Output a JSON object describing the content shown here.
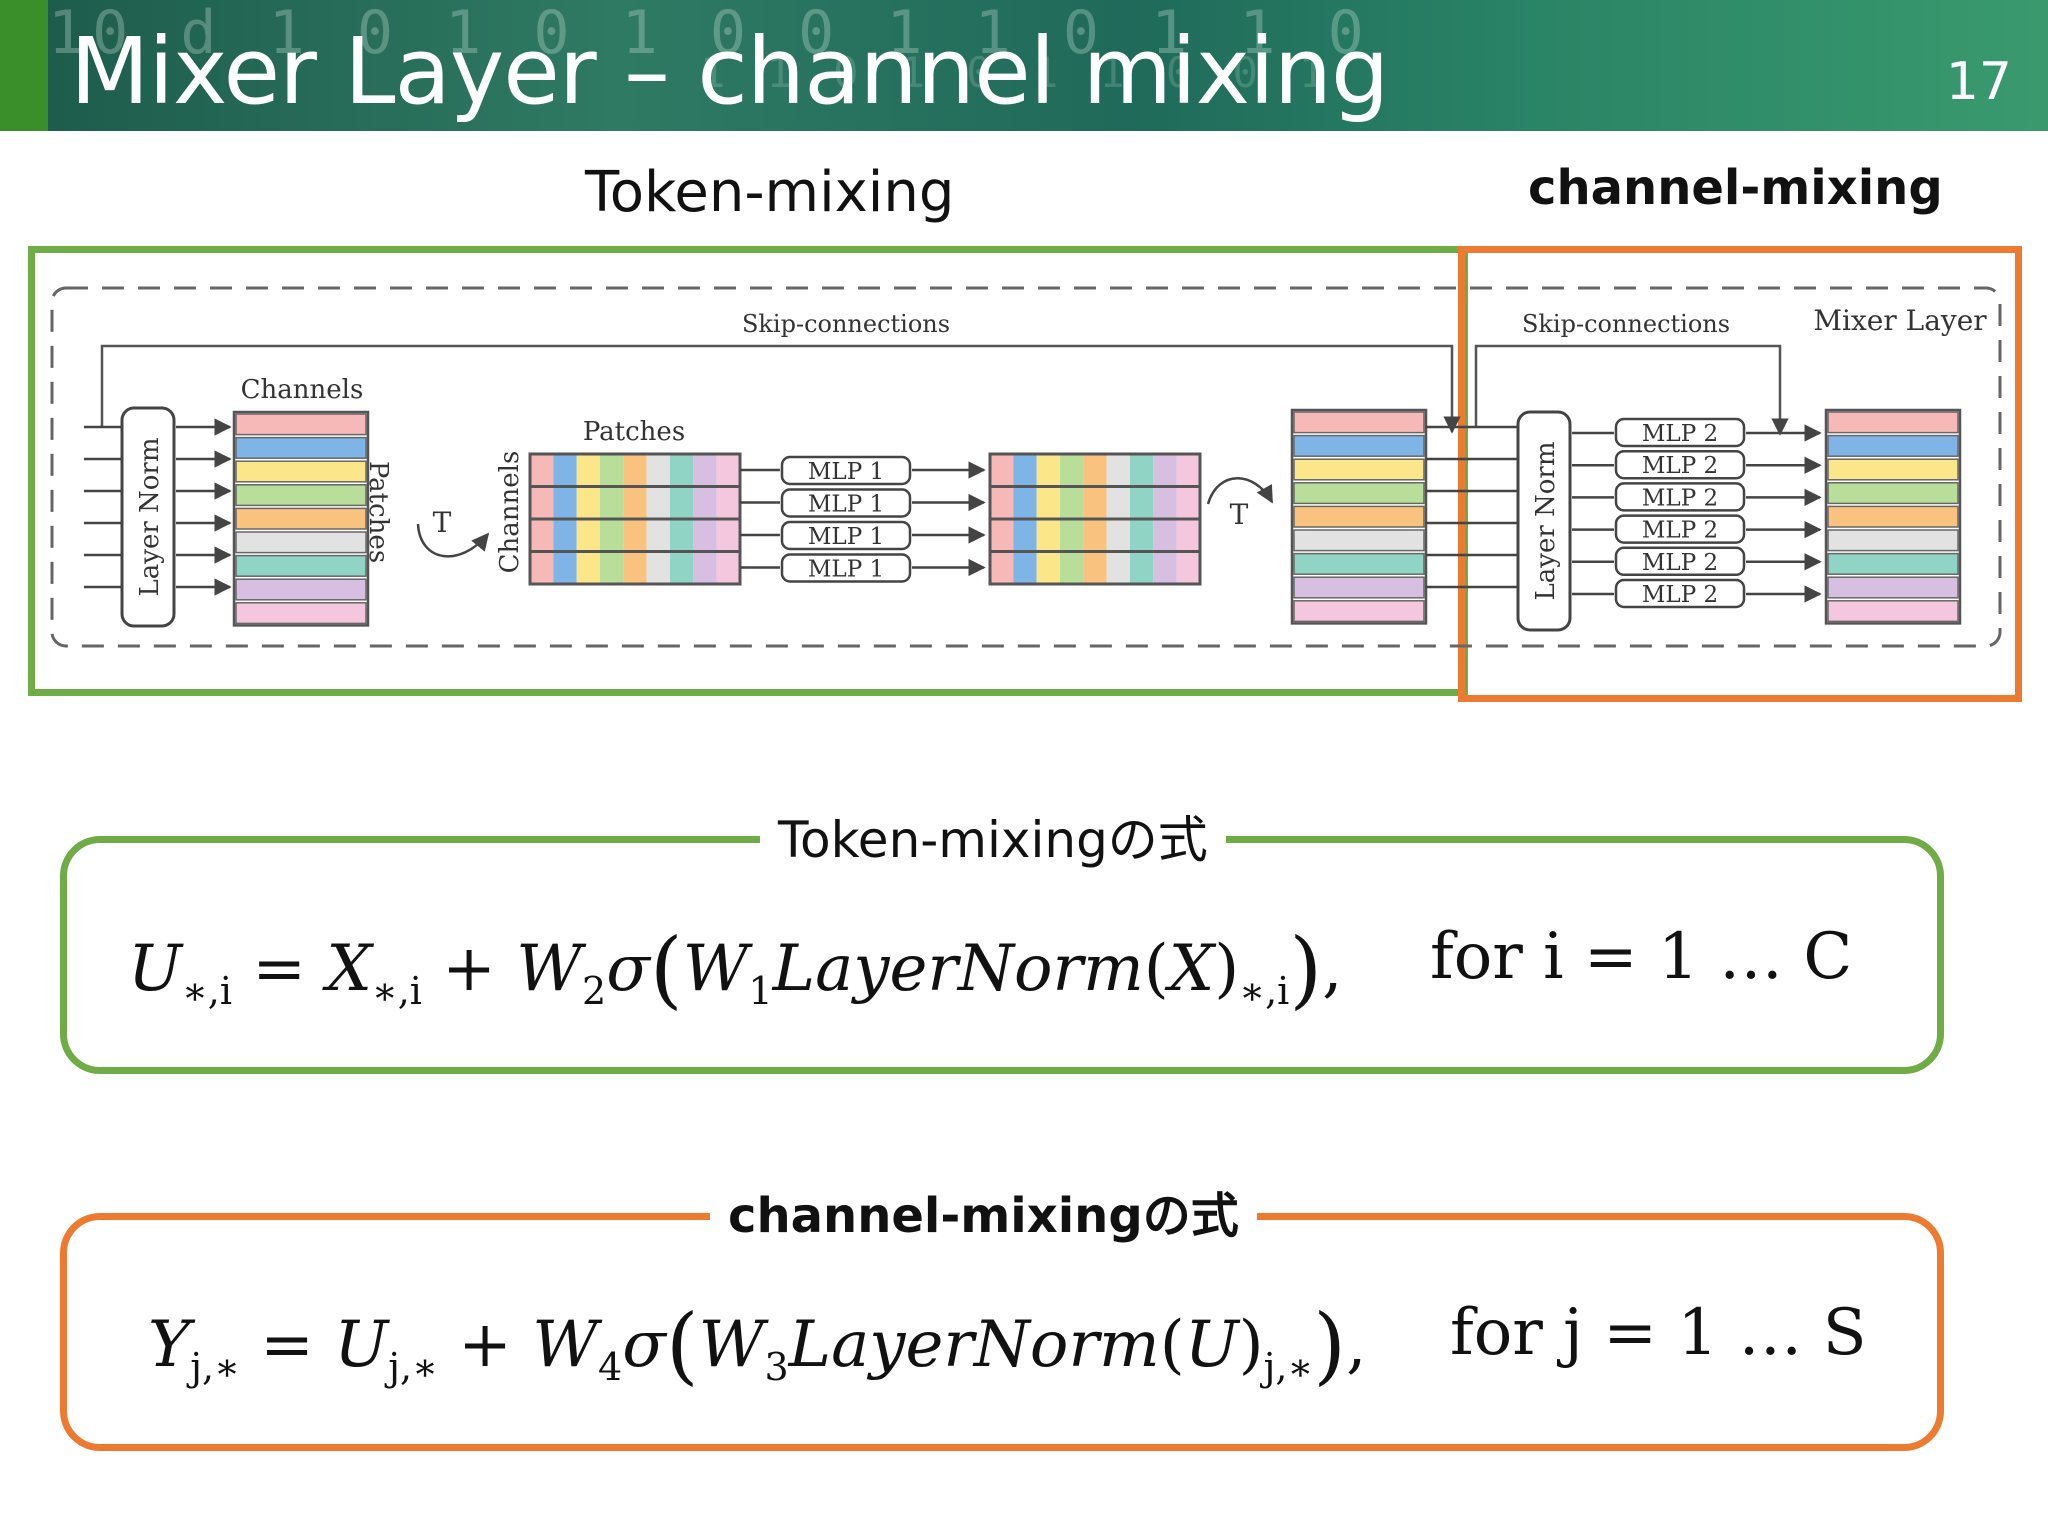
{
  "header": {
    "title": "Mixer Layer – channel mixing",
    "slide_number": "17"
  },
  "labels": {
    "token_mixing": "Token-mixing",
    "channel_mixing": "channel-mixing"
  },
  "diagram": {
    "skip_connections": "Skip-connections",
    "mixer_layer": "Mixer Layer",
    "channels": "Channels",
    "patches": "Patches",
    "layer_norm": "Layer Norm",
    "transpose": "T",
    "mlp1": "MLP 1",
    "mlp2": "MLP 2",
    "row_colors": [
      "#f7b8b8",
      "#7fb4e6",
      "#fbe68a",
      "#b8de9a",
      "#f9c27e",
      "#e2e2e2",
      "#8fd4c4",
      "#d7bfe2",
      "#f4c7de"
    ],
    "accent_green": "#6fac46",
    "accent_orange": "#ec7a30"
  },
  "equations": {
    "token_label": "Token-mixingの式",
    "channel_label": "channel-mixingの式",
    "token": {
      "lhs": "U",
      "lhs_sub": "∗,i",
      "x": "X",
      "x_sub": "∗,i",
      "w2": "W",
      "w2_sub": "2",
      "w1": "W",
      "w1_sub": "1",
      "ln": "LayerNorm",
      "arg": "X",
      "arg_sub": "∗,i",
      "range": "for i = 1 … C"
    },
    "channel": {
      "lhs": "Y",
      "lhs_sub": "j,∗",
      "x": "U",
      "x_sub": "j,∗",
      "w2": "W",
      "w2_sub": "4",
      "w1": "W",
      "w1_sub": "3",
      "ln": "LayerNorm",
      "arg": "U",
      "arg_sub": "j,∗",
      "range": "for j = 1 … S"
    }
  }
}
